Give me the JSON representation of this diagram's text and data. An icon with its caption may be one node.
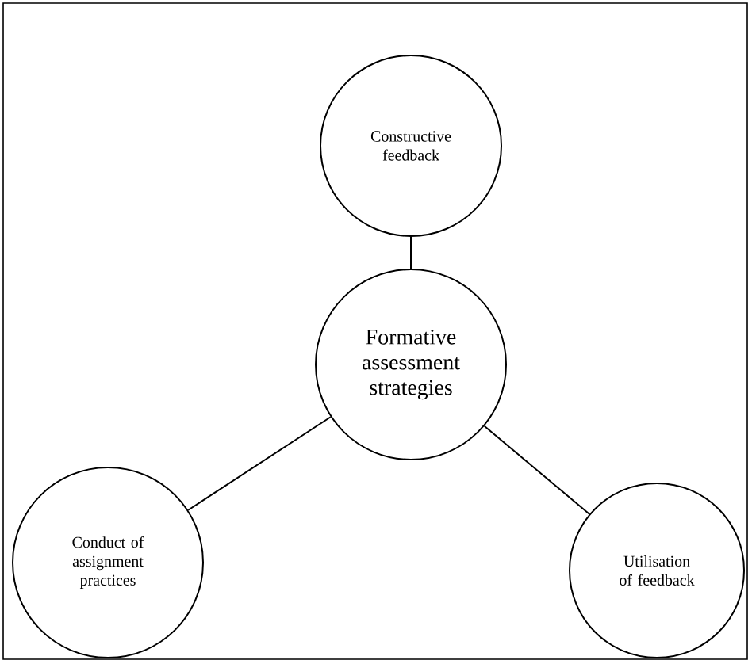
{
  "diagram": {
    "nodes": [
      {
        "text": [
          "Constructive feedback"
        ]
      },
      {
        "text": [
          "Formative assessment strategies"
        ]
      },
      {
        "text": [
          "Conduct of assignment practices"
        ]
      },
      {
        "text": [
          "Utilisation of feedback"
        ]
      }
    ],
    "edges": [
      {
        "from": 1,
        "to": 0,
        "arrow": "none"
      },
      {
        "from": 1,
        "to": 2,
        "arrow": "none"
      },
      {
        "from": 1,
        "to": 3,
        "arrow": "none"
      }
    ]
  }
}
